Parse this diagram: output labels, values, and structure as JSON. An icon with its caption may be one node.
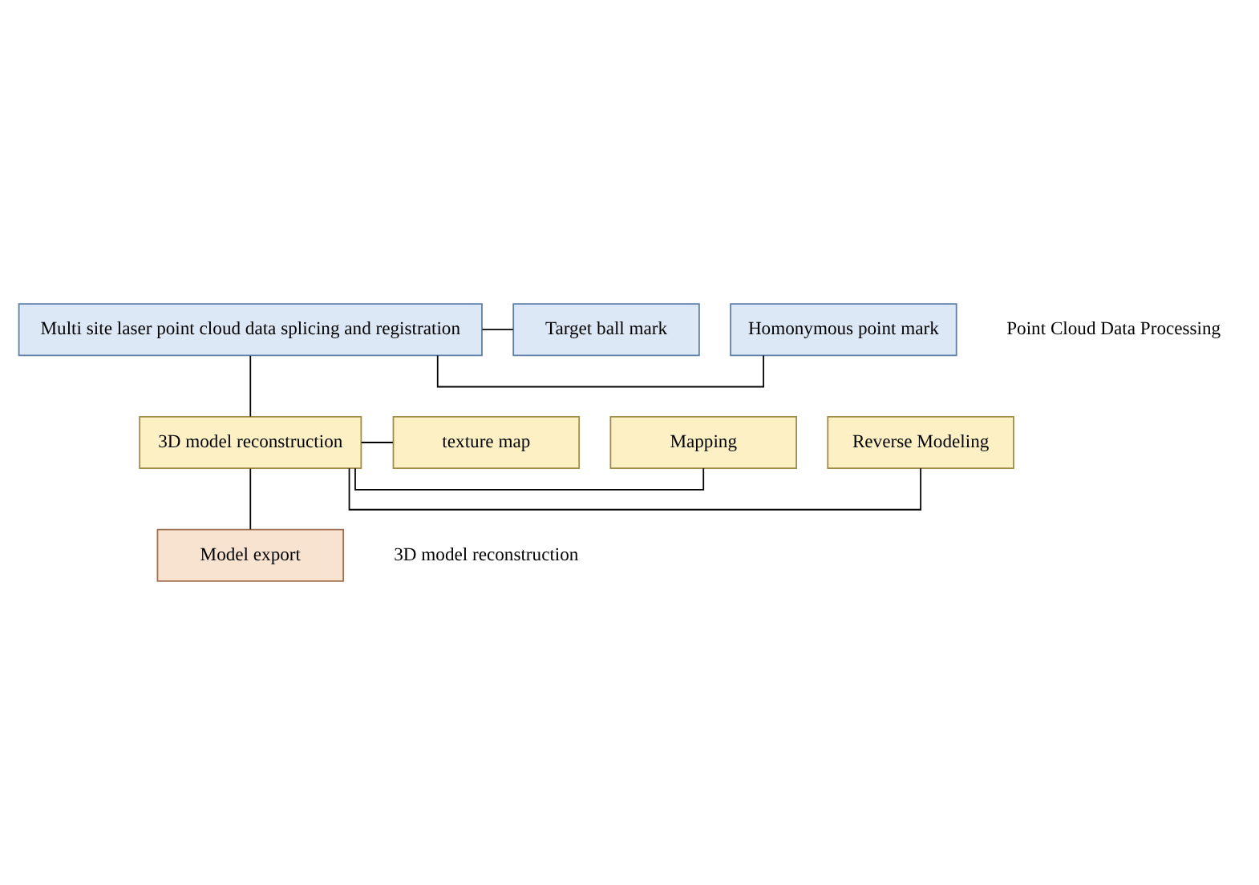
{
  "diagram": {
    "nodes": [
      {
        "text": [
          "Multi site laser point cloud data splicing and registration"
        ]
      },
      {
        "text": [
          "Homonymous point mark"
        ]
      },
      {
        "text": [
          "Target ball mark"
        ]
      },
      {
        "text": [
          "3D model reconstruction"
        ]
      },
      {
        "text": [
          "Reverse Modeling"
        ]
      },
      {
        "text": [
          "Mapping"
        ]
      },
      {
        "text": [
          "texture map"
        ]
      },
      {
        "text": [
          "Model export"
        ]
      }
    ],
    "edges": [
      {
        "from": 0,
        "to": 1,
        "arrow": "none"
      },
      {
        "from": 0,
        "to": 2,
        "arrow": "none"
      },
      {
        "from": 0,
        "to": 3,
        "arrow": "none"
      },
      {
        "from": 3,
        "to": 4,
        "arrow": "none"
      },
      {
        "from": 3,
        "to": 5,
        "arrow": "none"
      },
      {
        "from": 3,
        "to": 6,
        "arrow": "none"
      },
      {
        "from": 3,
        "to": 7,
        "arrow": "none"
      }
    ],
    "labels": [
      "Point Cloud Data Processing",
      "3D model reconstruction"
    ]
  }
}
